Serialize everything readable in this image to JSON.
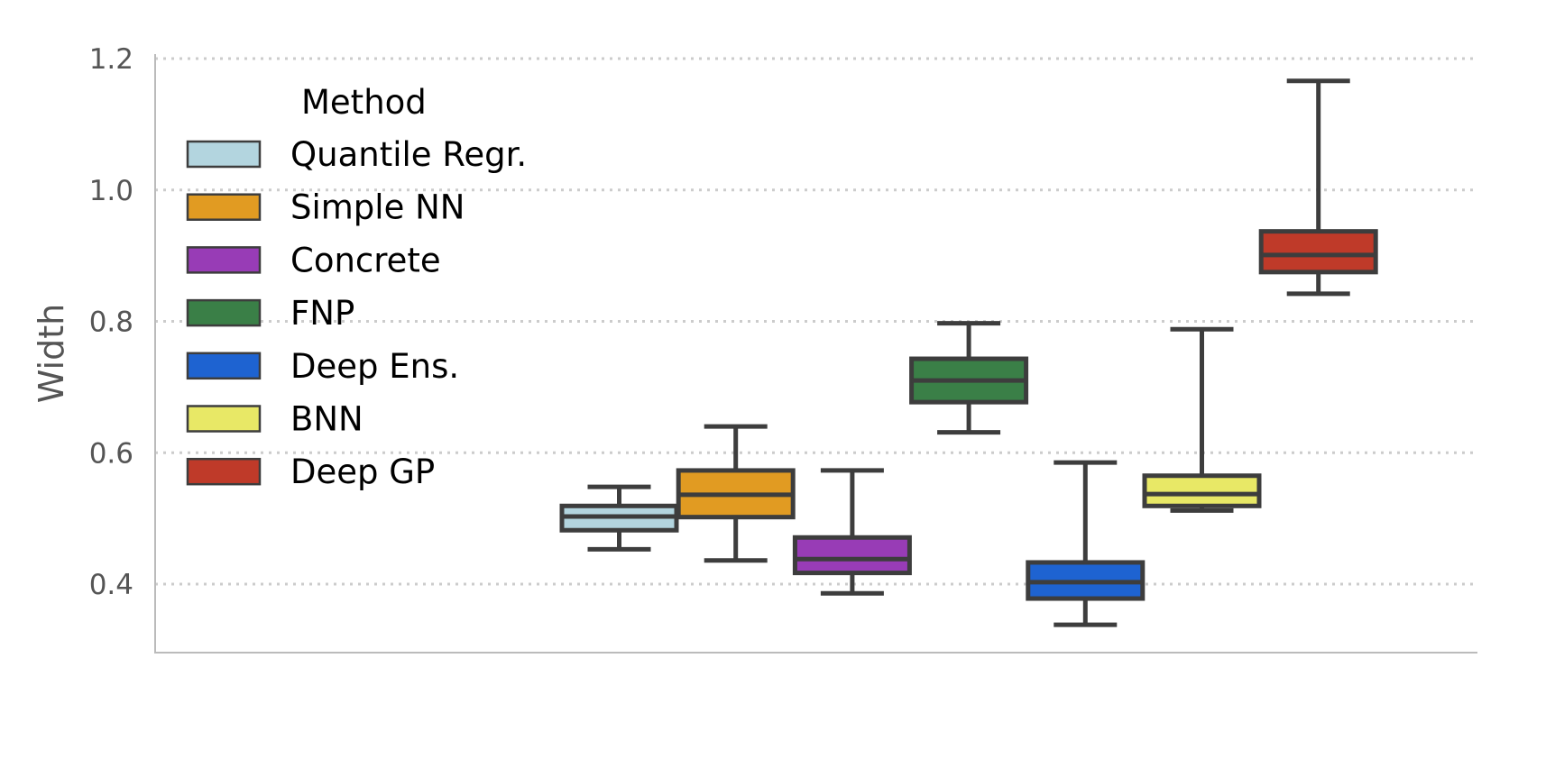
{
  "chart_data": {
    "type": "box",
    "title": "",
    "xlabel": "",
    "ylabel": "Width",
    "ylim": [
      0.297,
      1.2
    ],
    "yticks": [
      0.4,
      0.6,
      0.8,
      1.0,
      1.2
    ],
    "ytick_labels": [
      "0.4",
      "0.6",
      "0.8",
      "1.0",
      "1.2"
    ],
    "grid": "y, dotted",
    "legend": {
      "title": "Method",
      "placement": "upper-left"
    },
    "series": [
      {
        "name": "Quantile Regr.",
        "color": "#b3d5df",
        "whisker_low": 0.453,
        "q1": 0.482,
        "median": 0.503,
        "q3": 0.519,
        "whisker_high": 0.548
      },
      {
        "name": "Simple NN",
        "color": "#e19b22",
        "whisker_low": 0.436,
        "q1": 0.502,
        "median": 0.536,
        "q3": 0.573,
        "whisker_high": 0.64
      },
      {
        "name": "Concrete",
        "color": "#983cb6",
        "whisker_low": 0.386,
        "q1": 0.417,
        "median": 0.438,
        "q3": 0.471,
        "whisker_high": 0.573
      },
      {
        "name": "FNP",
        "color": "#3a7f47",
        "whisker_low": 0.631,
        "q1": 0.677,
        "median": 0.71,
        "q3": 0.743,
        "whisker_high": 0.797
      },
      {
        "name": "Deep Ens.",
        "color": "#1e63d1",
        "whisker_low": 0.338,
        "q1": 0.378,
        "median": 0.403,
        "q3": 0.433,
        "whisker_high": 0.585
      },
      {
        "name": "BNN",
        "color": "#e8e866",
        "whisker_low": 0.512,
        "q1": 0.519,
        "median": 0.537,
        "q3": 0.565,
        "whisker_high": 0.788
      },
      {
        "name": "Deep GP",
        "color": "#bf3a29",
        "whisker_low": 0.842,
        "q1": 0.875,
        "median": 0.901,
        "q3": 0.937,
        "whisker_high": 1.166
      }
    ]
  }
}
